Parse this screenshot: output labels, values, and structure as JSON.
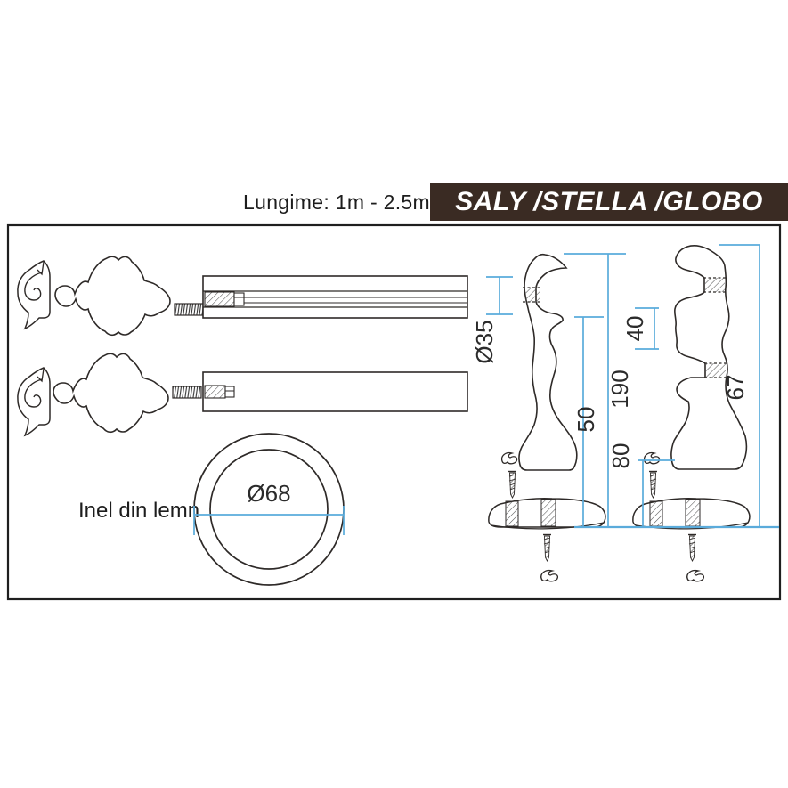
{
  "header": {
    "length_label": "Lungime: 1m - 2.5m",
    "product_title": "SALY /STELLA /GLOBO"
  },
  "colors": {
    "accent_blue": "#5aabdb",
    "header_brown": "#3a2b23",
    "line_black": "#2e2a28"
  },
  "drawing": {
    "ring_label": "Inel din lemn",
    "dimensions": {
      "rod_diameter": "Ø35",
      "ring_diameter": "Ø68",
      "single_bracket_height": "190",
      "single_bracket_rod_offset": "50",
      "double_bracket_gap": "40",
      "double_bracket_lower_offset": "80",
      "double_bracket_upper_span": "67"
    },
    "icons": {
      "scroll_ornament": "decorative curl mark",
      "screw": "wood screw side view"
    }
  }
}
